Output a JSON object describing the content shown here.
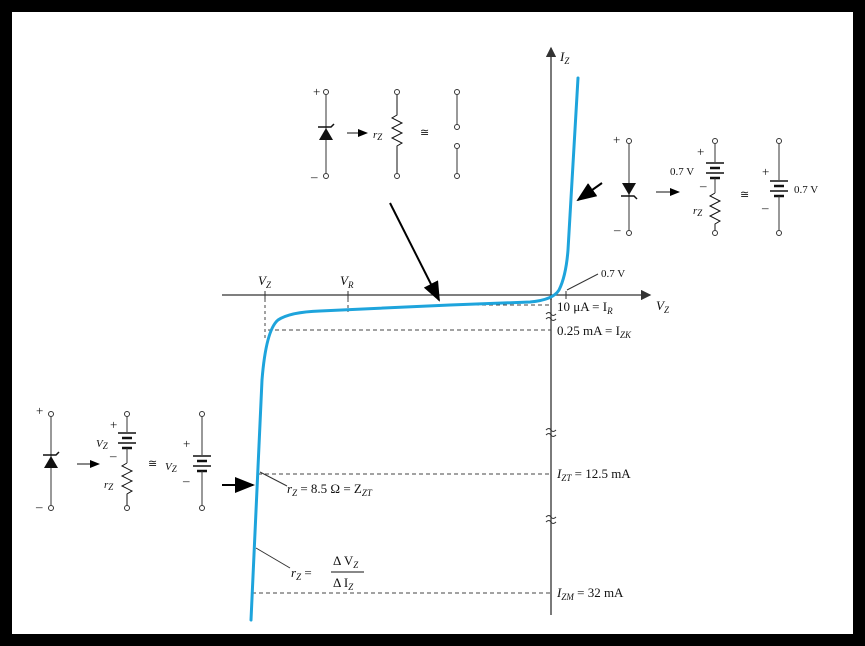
{
  "axes": {
    "y_label": "I",
    "y_label_sub": "Z",
    "x_label": "V",
    "x_label_sub": "Z"
  },
  "marks": {
    "vz": "V",
    "vz_sub": "Z",
    "vr": "V",
    "vr_sub": "R",
    "forward_voltage": "0.7 V"
  },
  "currents": {
    "ir_value": "10 μA = I",
    "ir_sub": "R",
    "izk_value": "0.25 mA = I",
    "izk_sub": "ZK",
    "izt_prefix": "I",
    "izt_sub": "ZT",
    "izt_value": " = 12.5 mA",
    "izm_prefix": "I",
    "izm_sub": "ZM",
    "izm_value": " = 32 mA"
  },
  "resistance": {
    "rz_prefix": "r",
    "rz_sub": "Z",
    "rz_value": " = 8.5 Ω = Z",
    "rz_value_sub": "ZT",
    "formula_lhs": "r",
    "formula_lhs_sub": "Z",
    "formula_eq": " =",
    "formula_num": "Δ V",
    "formula_num_sub": "Z",
    "formula_den": "Δ I",
    "formula_den_sub": "Z"
  },
  "models": {
    "plus": "+",
    "minus": "–",
    "rz": "r",
    "rz_sub": "Z",
    "approx": "≅",
    "vz": "V",
    "vz_sub": "Z",
    "forward_v": "0.7 V"
  },
  "colors": {
    "curve": "#1ea4dc",
    "axes": "#333333",
    "dashes": "#444444",
    "frame": "#000000"
  }
}
